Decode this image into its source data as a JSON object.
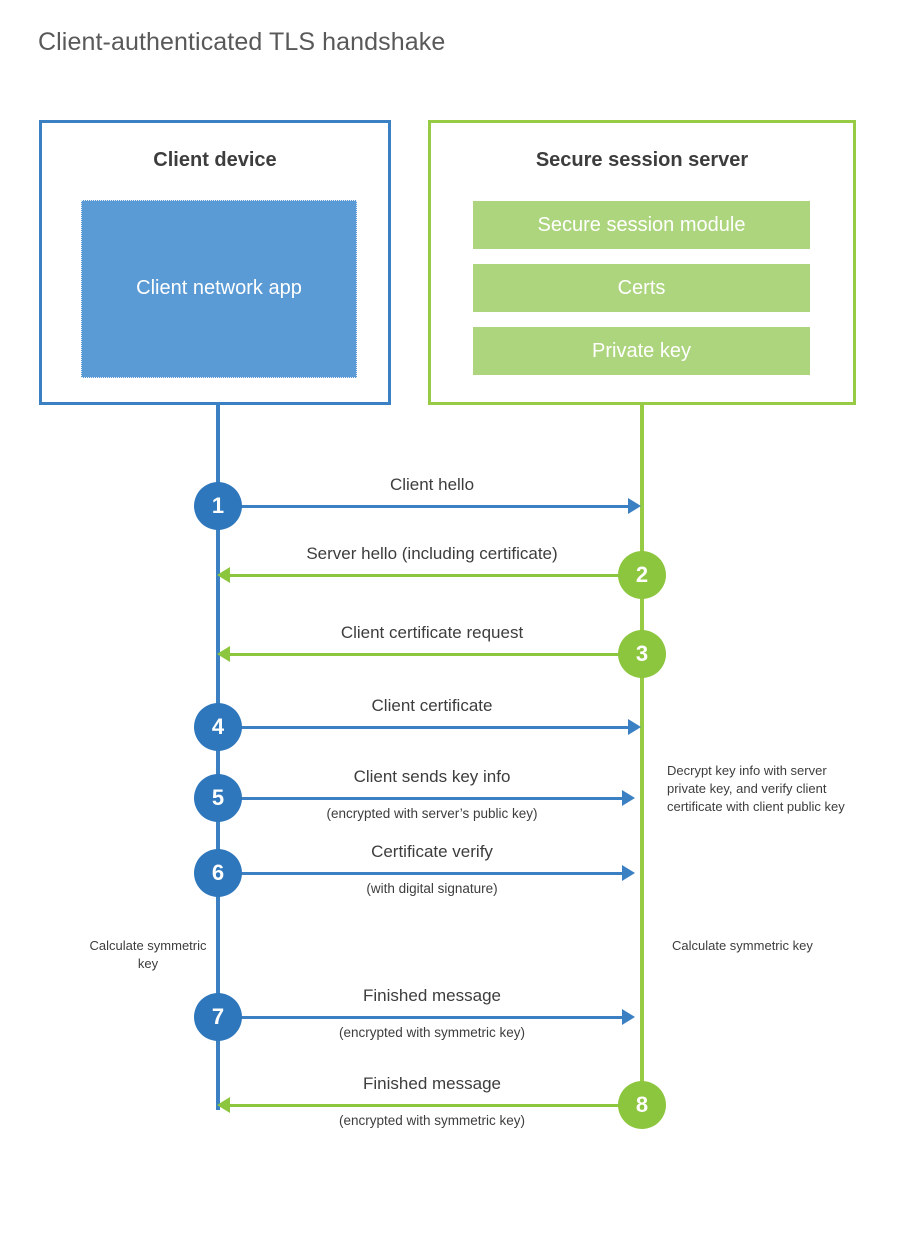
{
  "title": "Client-authenticated TLS handshake",
  "colors": {
    "client_blue": "#3C80C4",
    "client_badge_blue": "#2E77BC",
    "client_app_fill": "#5B9BD5",
    "server_green": "#97CB46",
    "server_badge_green": "#8CC63E",
    "server_bar_fill": "#ADD57E",
    "text": "#3D3D3D",
    "title_text": "#595959",
    "background": "#FFFFFF"
  },
  "client": {
    "title": "Client device",
    "app_label": "Client network app"
  },
  "server": {
    "title": "Secure session server",
    "components": [
      {
        "label": "Secure session module"
      },
      {
        "label": "Certs"
      },
      {
        "label": "Private key"
      }
    ]
  },
  "messages": [
    {
      "step": "1",
      "label": "Client hello",
      "sublabel": "",
      "direction": "client-to-server",
      "color": "blue"
    },
    {
      "step": "2",
      "label": "Server hello (including certificate)",
      "sublabel": "",
      "direction": "server-to-client",
      "color": "green"
    },
    {
      "step": "3",
      "label": "Client certificate request",
      "sublabel": "",
      "direction": "server-to-client",
      "color": "green"
    },
    {
      "step": "4",
      "label": "Client certificate",
      "sublabel": "",
      "direction": "client-to-server",
      "color": "blue"
    },
    {
      "step": "5",
      "label": "Client sends key info",
      "sublabel": "(encrypted with server’s public key)",
      "direction": "client-to-server",
      "color": "blue"
    },
    {
      "step": "6",
      "label": "Certificate verify",
      "sublabel": "(with digital signature)",
      "direction": "client-to-server",
      "color": "blue"
    },
    {
      "step": "7",
      "label": "Finished message",
      "sublabel": "(encrypted with symmetric key)",
      "direction": "client-to-server",
      "color": "blue"
    },
    {
      "step": "8",
      "label": "Finished message",
      "sublabel": "(encrypted with symmetric key)",
      "direction": "server-to-client",
      "color": "green"
    }
  ],
  "annotations": {
    "server_decrypt": "Decrypt key info with server private key, and verify client certificate with client public key",
    "client_calculate": "Calculate symmetric key",
    "server_calculate": "Calculate symmetric key"
  }
}
